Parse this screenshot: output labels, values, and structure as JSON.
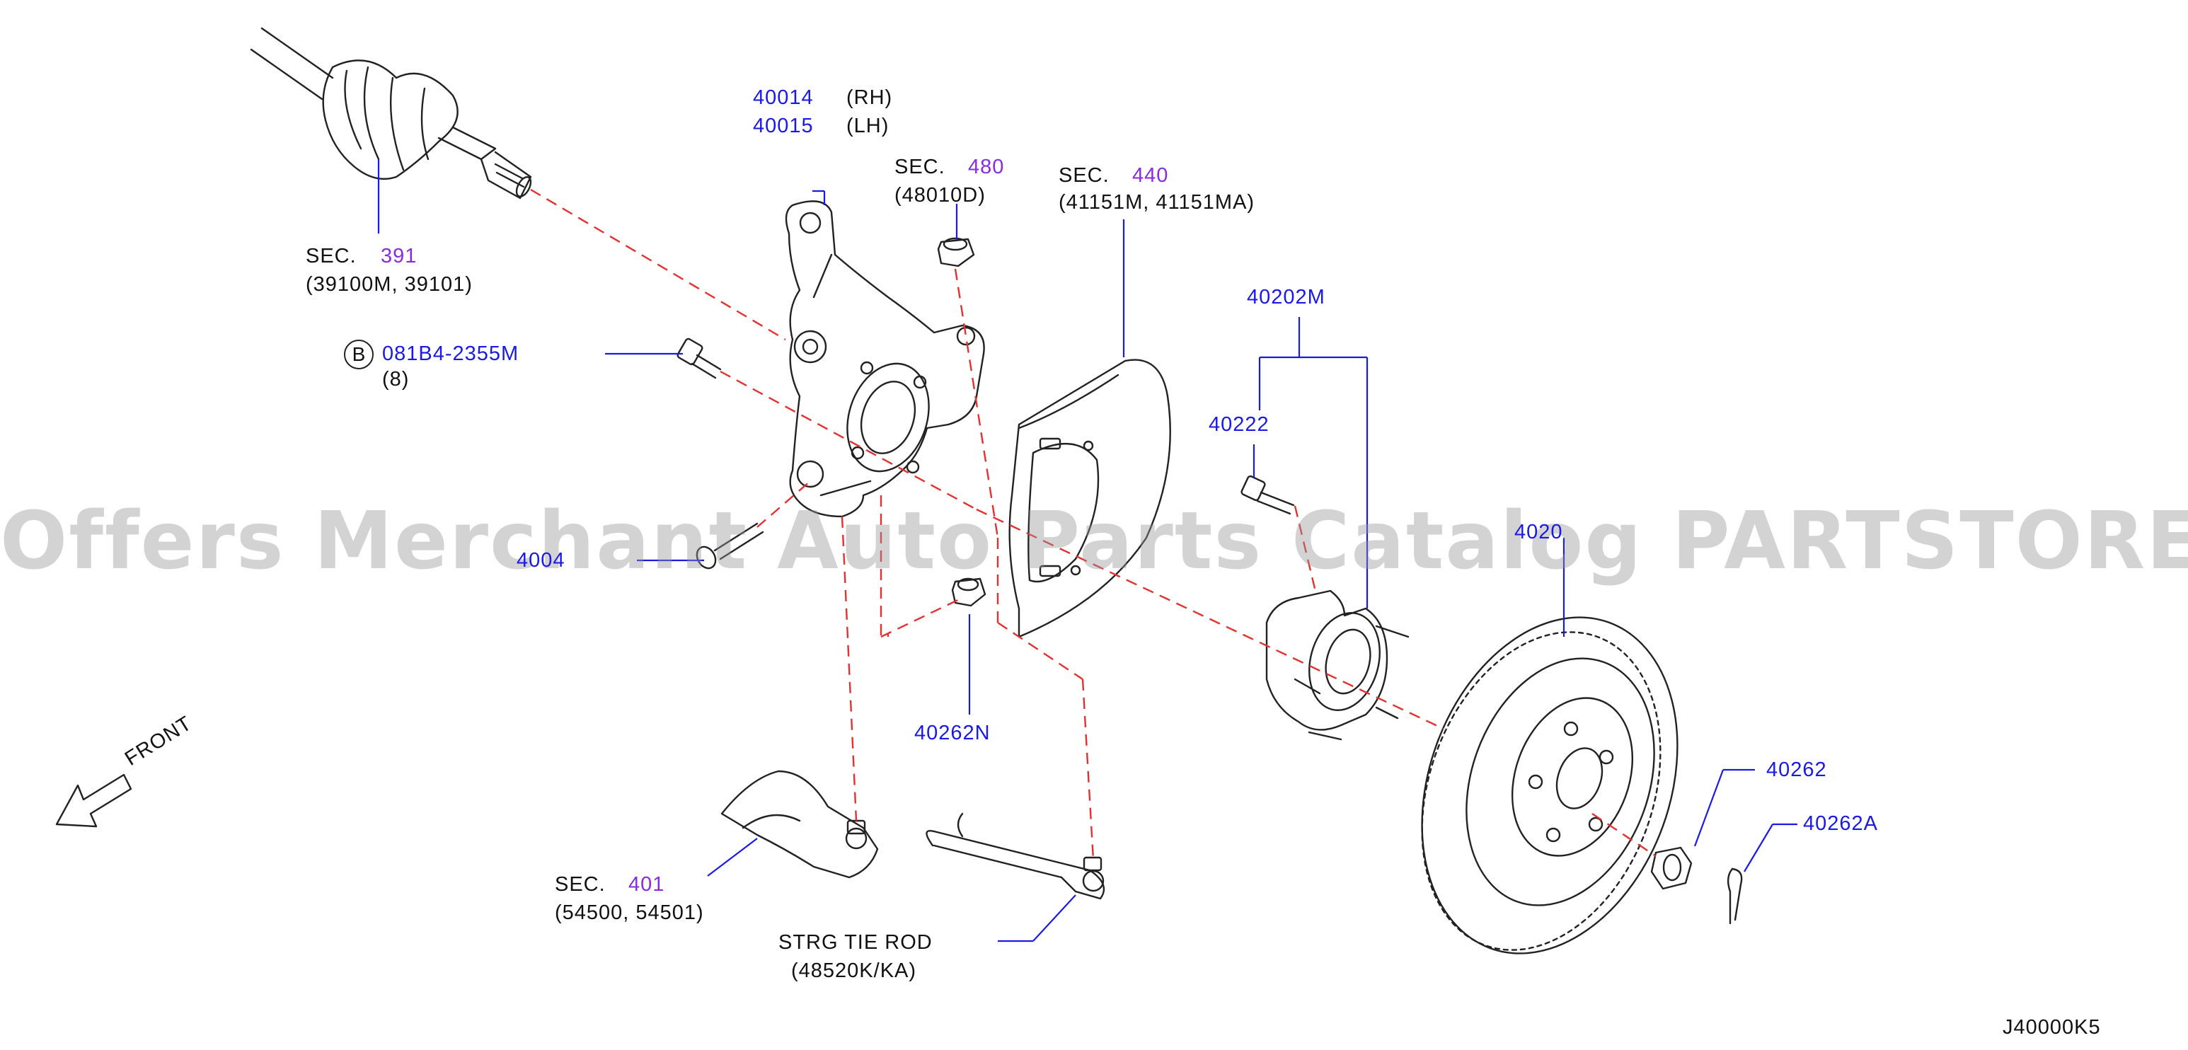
{
  "watermark": "Offers Merchant Auto Parts Catalog PARTSTORE.SA",
  "diagram_id": "J40000K5",
  "front_label": "FRONT",
  "colors": {
    "leader": "#1a1ae6",
    "dash": "#e53030",
    "part_number": "#1a1ae6",
    "section_number": "#8a2be2",
    "line": "#222222"
  },
  "labels": {
    "knuckle": {
      "rh_number": "40014",
      "rh_side": "(RH)",
      "lh_number": "40015",
      "lh_side": "(LH)"
    },
    "sec480": {
      "sec": "SEC.",
      "num": "480",
      "sub": "(48010D)"
    },
    "sec440": {
      "sec": "SEC.",
      "num": "440",
      "sub": "(41151M,  41151MA)"
    },
    "sec391": {
      "sec": "SEC.",
      "num": "391",
      "sub": "(39100M,  39101)"
    },
    "bolt": {
      "badge": "B",
      "number": "081B4-2355M",
      "qty": "(8)"
    },
    "hub_assy": "40202M",
    "hub_bolt": "40222",
    "rotor": "4020",
    "knuckle_bolt": "4004",
    "lower_nut": "40262N",
    "axle_nut": "40262",
    "cotter_pin": "40262A",
    "sec401": {
      "sec": "SEC.",
      "num": "401",
      "sub": "(54500,  54501)"
    },
    "tie_rod": {
      "name": "STRG  TIE  ROD",
      "sub": "(48520K/KA)"
    }
  }
}
